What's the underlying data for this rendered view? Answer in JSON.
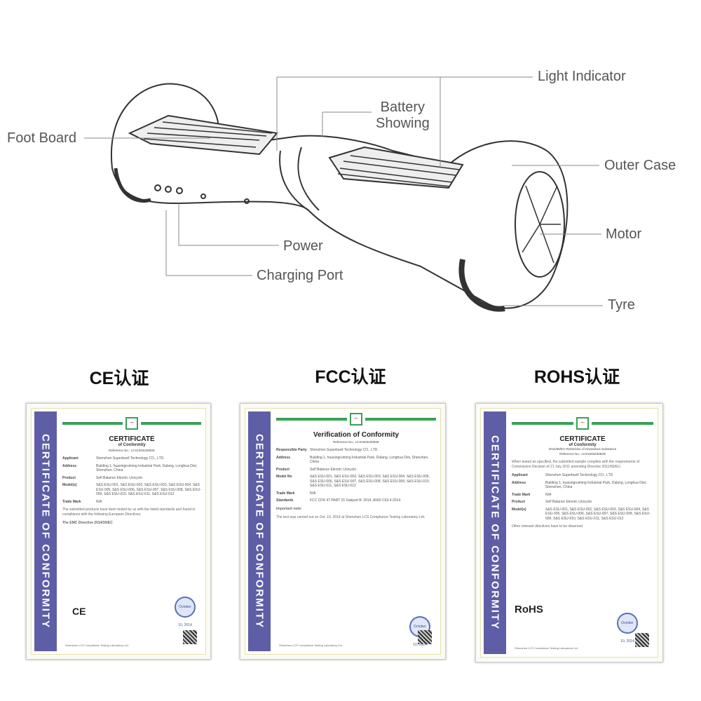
{
  "diagram": {
    "labels": {
      "light_indicator": "Light Indicator",
      "battery_showing": "Battery\nShowing",
      "foot_board": "Foot Board",
      "outer_case": "Outer Case",
      "motor": "Motor",
      "power": "Power",
      "charging_port": "Charging Port",
      "tyre": "Tyre"
    }
  },
  "certificates": [
    {
      "heading": "CE认证",
      "side_text": "CERTIFICATE OF CONFORMITY",
      "title": "CERTIFICATE",
      "subtitle": "of Conformity",
      "reference": "Reference No.: LCS150323092E",
      "fields": [
        {
          "k": "Applicant",
          "v": "Shenzhen Superbsell Technology CO., LTD."
        },
        {
          "k": "Address",
          "v": "Building 1, huaxingruiming Industrial Park, Dalang, Longhua Dist, Shenzhen, China"
        },
        {
          "k": "Product",
          "v": "Self Balance Electric Unicycle"
        },
        {
          "k": "Model(s)",
          "v": "S&S ESU-001, S&S ESU-002, S&S ESU-003, S&S ESU-004, S&S ESU-005, S&S ESU-006, S&S ESU-007, S&S ESU-008, S&S ESU-009, S&S ESU-010, S&S ESU-011, S&S ESU-012"
        },
        {
          "k": "Trade Mark",
          "v": "N/A"
        }
      ],
      "paragraph": "The submitted products have been tested by us with the listed standards and found in compliance with the following European Directives.",
      "directive": "The EMC Directive 2014/30/EC",
      "mark": "CE",
      "stamp_date": "October 10, 2014",
      "lab": "Shenzhen LCS Compliance Testing Laboratory Ltd."
    },
    {
      "heading": "FCC认证",
      "side_text": "CERTIFICATE OF CONFORMITY",
      "title": "Verification of Conformity",
      "reference": "Reference No.: LCS150323092E",
      "fields": [
        {
          "k": "Responsible Party",
          "v": "Shenzhen Superbsell Technology CO., LTD."
        },
        {
          "k": "Address",
          "v": "Building 1, huaxingruiming Industrial Park, Dalang, Longhua Dist, Shenzhen, China"
        },
        {
          "k": "Product",
          "v": "Self Balance Electric Unicycle"
        },
        {
          "k": "Model No",
          "v": "S&S ESU-001, S&S ESU-002, S&S ESU-003, S&S ESU-004, S&S ESU-005, S&S ESU-006, S&S ESU-007, S&S ESU-008, S&S ESU-009, S&S ESU-010, S&S ESU-011, S&S ESU-012"
        },
        {
          "k": "Trade Mark",
          "v": "N/A"
        },
        {
          "k": "Standards",
          "v": "FCC CFR 47 PART 15 Subpart B: 2014, ANSI C63.4-2014"
        }
      ],
      "paragraph": "Important note:",
      "directive": "The test was carried out on Oct. 10, 2014 at Shenzhen LCS Compliance Testing Laboratory Ltd.",
      "stamp_date": "October 10, 2014",
      "lab": "Shenzhen LCS Compliance Testing Laboratory Ltd."
    },
    {
      "heading": "ROHS认证",
      "side_text": "CERTIFICATE OF CONFORMITY",
      "title": "CERTIFICATE",
      "subtitle": "of Conformity",
      "extra": "2011/65/EU Restriction of Hazardous Substance",
      "reference": "Reference No.: LCS150323092R",
      "fields": [
        {
          "k": "Applicant",
          "v": "Shenzhen Superbsell Technology CO., LTD"
        },
        {
          "k": "Address",
          "v": "Building 1, huaxingruiming Industrial Park, Dalang, Longhua Dist, Shenzhen, China"
        },
        {
          "k": "Trade Mark",
          "v": "N/A"
        },
        {
          "k": "Product",
          "v": "Self Balance Electric Unicycle"
        },
        {
          "k": "Model(s)",
          "v": "S&S ESU-001, S&S ESU-002, S&S ESU-003, S&S ESU-004, S&S ESU-005, S&S ESU-006, S&S ESU-007, S&S ESU-008, S&S ESU-009, S&S ESU-010, S&S ESU-011, S&S ESU-012"
        }
      ],
      "paragraph": "When tested as specified, the submitted sample complies with the requirements of Commission Decision of 21 July 2011 amending Directive 2011/65/EU.",
      "directive": "Other relevant directives have to be observed.",
      "mark": "RoHS",
      "stamp_date": "October 10, 2014",
      "lab": "Shenzhen LCS Compliance Testing Laboratory Ltd."
    }
  ]
}
